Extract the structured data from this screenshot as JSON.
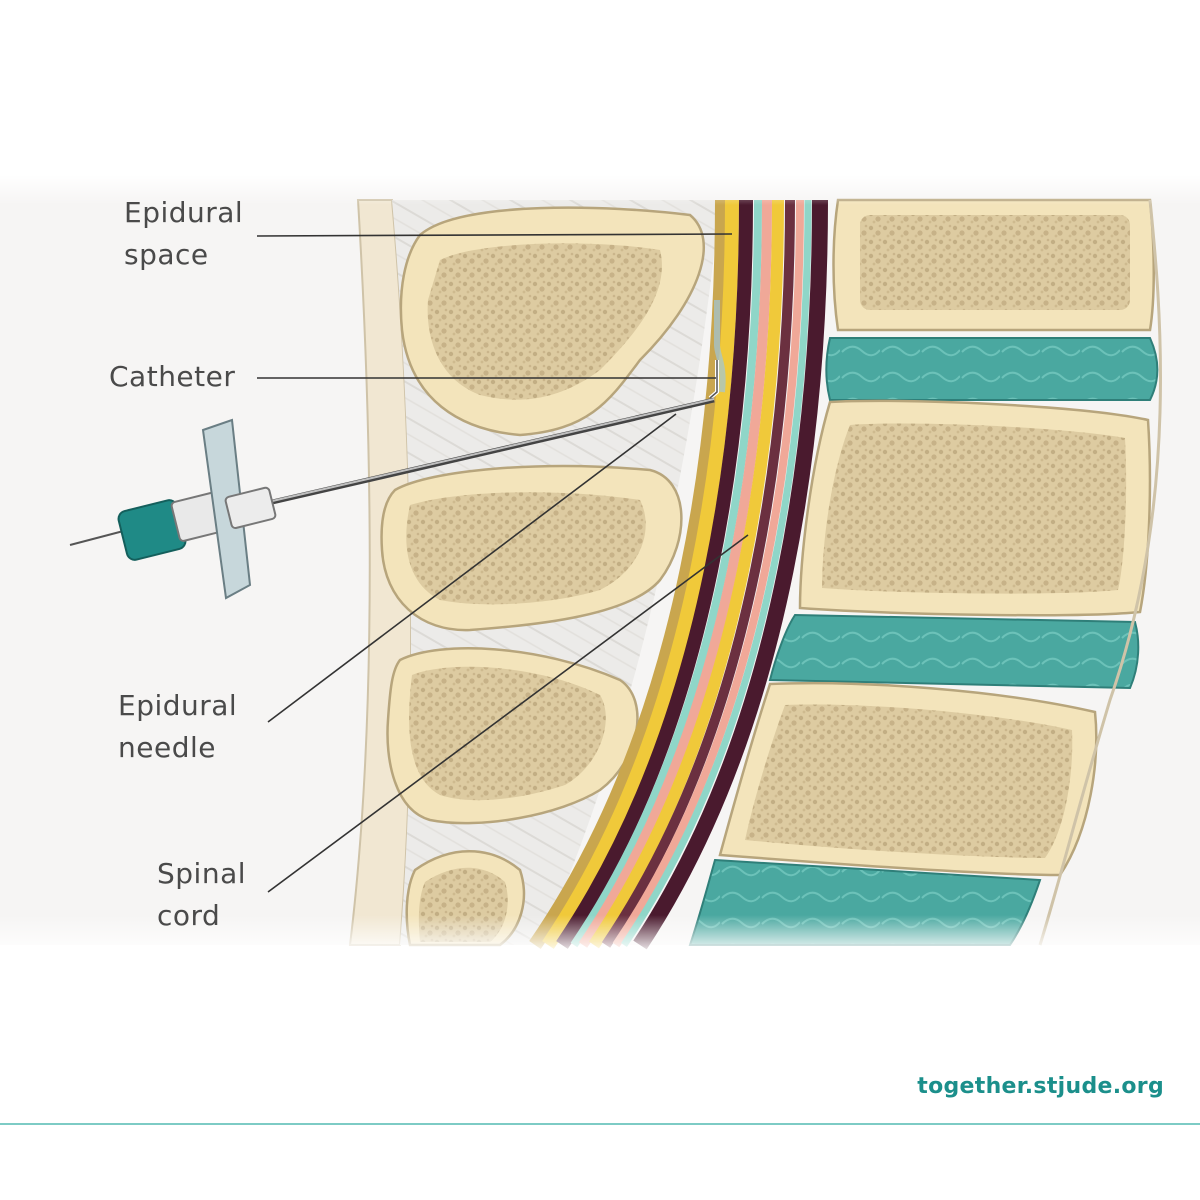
{
  "labels": {
    "epidural_space": [
      "Epidural",
      "space"
    ],
    "catheter": [
      "Catheter"
    ],
    "epidural_needle": [
      "Epidural",
      "needle"
    ],
    "spinal_cord": [
      "Spinal",
      "cord"
    ]
  },
  "footer": {
    "url": "together.stjude.org"
  },
  "colors": {
    "bone_fill": "#f3e4bb",
    "bone_outline": "#b7a57c",
    "disc_fill": "#4aa8a0",
    "ligament": "#e9e7e5",
    "dura_dark": "#4a1a2e",
    "fat_yellow": "#f0c93a",
    "cord_pink": "#f0a898",
    "cord_teal": "#8fd6c8",
    "needle_hub_teal": "#1f8a86",
    "brand_teal": "#1b8f8b"
  }
}
